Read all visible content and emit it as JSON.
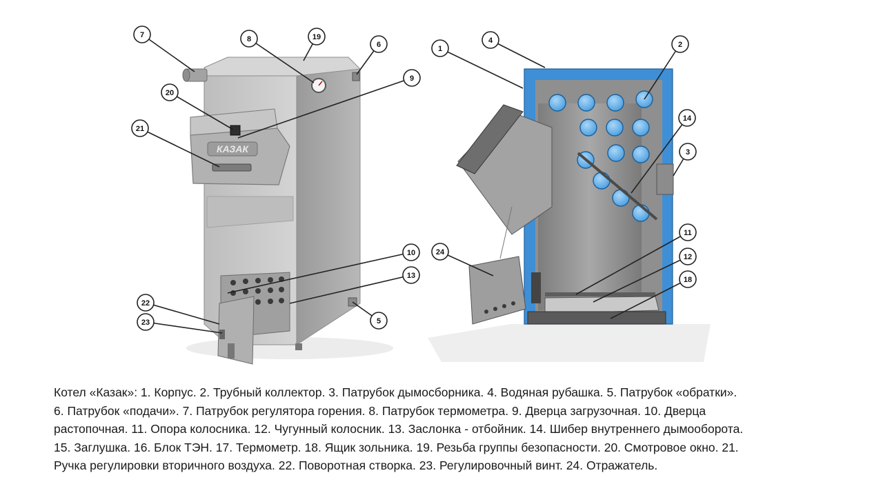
{
  "diagram": {
    "logo_text": "КАЗАК",
    "callouts": [
      {
        "label": "7"
      },
      {
        "label": "8"
      },
      {
        "label": "19"
      },
      {
        "label": "6"
      },
      {
        "label": "20"
      },
      {
        "label": "9"
      },
      {
        "label": "21"
      },
      {
        "label": "10"
      },
      {
        "label": "13"
      },
      {
        "label": "22"
      },
      {
        "label": "23"
      },
      {
        "label": "5"
      },
      {
        "label": "1"
      },
      {
        "label": "4"
      },
      {
        "label": "2"
      },
      {
        "label": "14"
      },
      {
        "label": "3"
      },
      {
        "label": "24"
      },
      {
        "label": "11"
      },
      {
        "label": "12"
      },
      {
        "label": "18"
      }
    ]
  },
  "caption": {
    "lines": [
      "Котел «Казак»: 1. Корпус. 2. Трубный коллектор. 3. Патрубок дымосборника. 4. Водяная рубашка. 5.  Патрубок «обратки».",
      "6. Патрубок «подачи». 7.  Патрубок регулятора горения. 8. Патрубок термометра. 9.  Дверца загрузочная. 10. Дверца",
      "растопочная. 11. Опора колосника. 12. Чугунный колосник. 13. Заслонка - отбойник. 14. Шибер внутреннего дымооборота.",
      "15. Заглушка. 16. Блок ТЭН. 17. Термометр. 18. Ящик зольника. 19. Резьба группы безопасности. 20. Смотровое окно. 21.",
      "Ручка регулировки вторичного воздуха. 22. Поворотная створка. 23. Регулировочный винт. 24. Отражатель."
    ]
  },
  "colors": {
    "body_light": "#c9c9c9",
    "body_mid": "#a9a9a9",
    "body_dark": "#8a8a8a",
    "water_jacket": "#3f8fd6",
    "pipe_fill": "#6fb3ea",
    "shadow": "#e6e6e6"
  }
}
